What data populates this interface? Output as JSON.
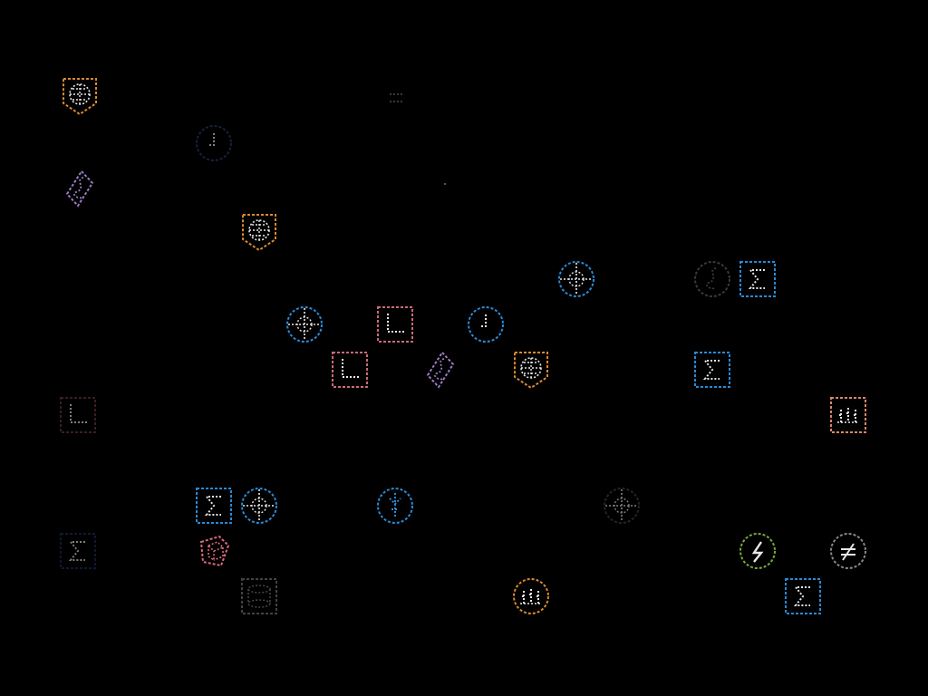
{
  "board": {
    "background": "#000000"
  },
  "tokens": [
    {
      "id": "t1",
      "shape": "shield-square",
      "glyph": "globe",
      "color": "#d98a2b",
      "dim": false
    },
    {
      "id": "t2",
      "shape": "none",
      "glyph": "equals",
      "color": "#8a8a8a",
      "dim": true
    },
    {
      "id": "t3",
      "shape": "circle",
      "glyph": "clock",
      "color": "#2b3d73",
      "dim": true
    },
    {
      "id": "t4",
      "shape": "diamond",
      "glyph": "swirl",
      "color": "#9b7bc4",
      "dim": false
    },
    {
      "id": "t5",
      "shape": "shield-square",
      "glyph": "globe",
      "color": "#d98a2b",
      "dim": false
    },
    {
      "id": "t6",
      "shape": "circle",
      "glyph": "crosshair",
      "color": "#2a8ad4",
      "dim": false
    },
    {
      "id": "t7",
      "shape": "circle",
      "glyph": "swirl",
      "color": "#6a6a6a",
      "dim": true
    },
    {
      "id": "t8",
      "shape": "square",
      "glyph": "sigma",
      "color": "#2a8ad4",
      "dim": false
    },
    {
      "id": "t9",
      "shape": "circle",
      "glyph": "crosshair",
      "color": "#2a8ad4",
      "dim": false
    },
    {
      "id": "t10",
      "shape": "square",
      "glyph": "corner",
      "color": "#c96a7a",
      "dim": false
    },
    {
      "id": "t11",
      "shape": "circle",
      "glyph": "clock",
      "color": "#2a8ad4",
      "dim": false
    },
    {
      "id": "t12",
      "shape": "square",
      "glyph": "corner",
      "color": "#c96a7a",
      "dim": false
    },
    {
      "id": "t13",
      "shape": "diamond",
      "glyph": "swirl",
      "color": "#9b7bc4",
      "dim": false
    },
    {
      "id": "t14",
      "shape": "shield-square",
      "glyph": "globe",
      "color": "#d98a2b",
      "dim": false
    },
    {
      "id": "t15",
      "shape": "square",
      "glyph": "sigma",
      "color": "#2a8ad4",
      "dim": false
    },
    {
      "id": "t16",
      "shape": "square",
      "glyph": "people",
      "color": "#d9866a",
      "dim": false
    },
    {
      "id": "t17",
      "shape": "square",
      "glyph": "corner",
      "color": "#6a3a3a",
      "dim": true
    },
    {
      "id": "t18",
      "shape": "square",
      "glyph": "sigma",
      "color": "#2a8ad4",
      "dim": false
    },
    {
      "id": "t19",
      "shape": "circle",
      "glyph": "crosshair",
      "color": "#2a8ad4",
      "dim": false
    },
    {
      "id": "t20",
      "shape": "circle",
      "glyph": "tree",
      "color": "#2a8ad4",
      "dim": false
    },
    {
      "id": "t21",
      "shape": "circle",
      "glyph": "crosshair",
      "color": "#444444",
      "dim": true
    },
    {
      "id": "t22",
      "shape": "square",
      "glyph": "sigma",
      "color": "#1e2f5a",
      "dim": true
    },
    {
      "id": "t23",
      "shape": "box",
      "glyph": "cube",
      "color": "#d96a7a",
      "dim": false
    },
    {
      "id": "t24",
      "shape": "circle",
      "glyph": "bolt",
      "color": "#7aa83a",
      "dim": false
    },
    {
      "id": "t25",
      "shape": "circle",
      "glyph": "not-equal",
      "color": "#888888",
      "dim": false
    },
    {
      "id": "t26",
      "shape": "square",
      "glyph": "cylinder",
      "color": "#7a7a7a",
      "dim": true
    },
    {
      "id": "t27",
      "shape": "circle",
      "glyph": "people",
      "color": "#d98a2b",
      "dim": false
    },
    {
      "id": "t28",
      "shape": "square",
      "glyph": "sigma",
      "color": "#2a8ad4",
      "dim": false
    }
  ]
}
